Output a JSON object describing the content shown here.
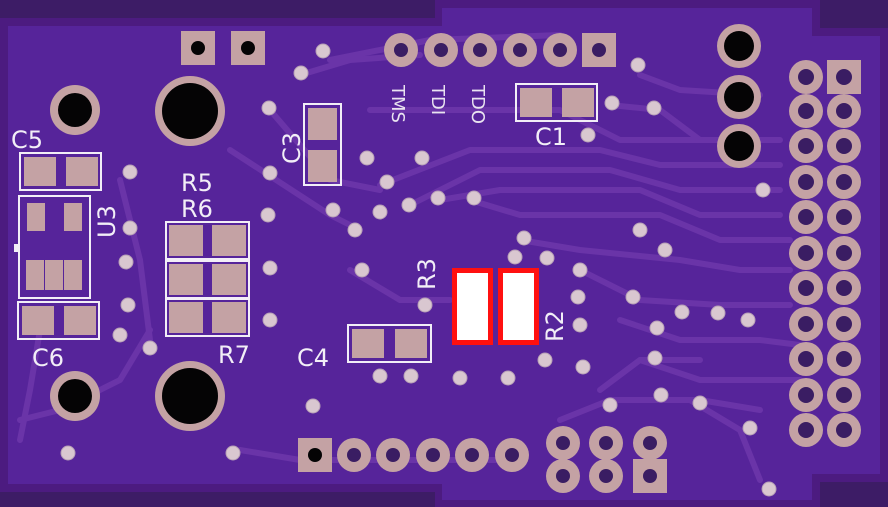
{
  "board": {
    "name": "pcb-board",
    "colors": {
      "board": "#4c1b80",
      "copper": "#56249a",
      "trace": "#6a34a8",
      "pad": "#c4a2a4",
      "silk": "#f2eef7",
      "highlight": "#ff1010",
      "hole": "#050405"
    }
  },
  "labels": {
    "c5": "C5",
    "u3": "U3",
    "c6": "C6",
    "r5": "R5",
    "r6": "R6",
    "r7": "R7",
    "c3": "C3",
    "c4": "C4",
    "r3": "R3",
    "r2": "R2",
    "c1": "C1",
    "tms": "TMS",
    "tdi": "TDI",
    "tdo": "TDO"
  }
}
